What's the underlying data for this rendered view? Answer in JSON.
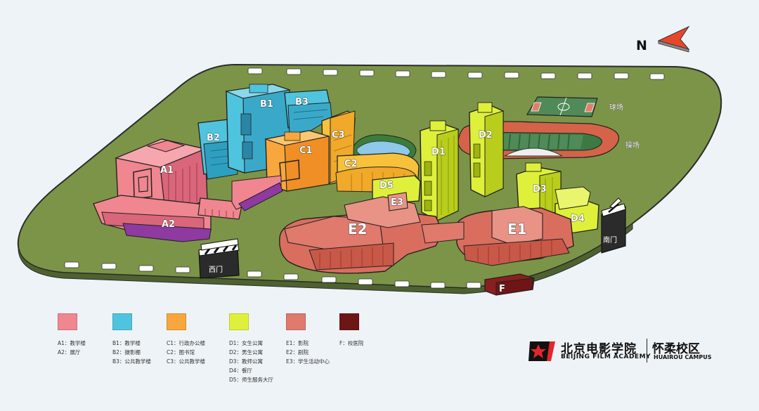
{
  "compass": {
    "label": "N"
  },
  "buildings": {
    "A1": "A1",
    "A2": "A2",
    "B1": "B1",
    "B2": "B2",
    "B3": "B3",
    "C1": "C1",
    "C2": "C2",
    "C3": "C3",
    "D1": "D1",
    "D2": "D2",
    "D3": "D3",
    "D4": "D4",
    "D5": "D5",
    "E1": "E1",
    "E2": "E2",
    "E3": "E3",
    "F": "F"
  },
  "places": {
    "court": "球场",
    "track": "操场",
    "west_gate": "西门",
    "south_gate": "南门"
  },
  "legend": [
    {
      "color": "#f0868f",
      "items": [
        "A1：教学楼",
        "A2：展厅"
      ]
    },
    {
      "color": "#4fc4de",
      "items": [
        "B1：教学楼",
        "B2：摄影棚",
        "B3：公共教学楼"
      ]
    },
    {
      "color": "#f7a73c",
      "items": [
        "C1：行政办公楼",
        "C2：图书馆",
        "C3：公共教学楼"
      ]
    },
    {
      "color": "#dff03a",
      "items": [
        "D1：女生公寓",
        "D2：男生公寓",
        "D3：教师公寓",
        "D4：餐厅",
        "D5：师生服务大厅"
      ]
    },
    {
      "color": "#df7a6c",
      "items": [
        "E1：影院",
        "E2：剧院",
        "E3：学生活动中心"
      ]
    },
    {
      "color": "#6e1515",
      "items": [
        "F：校医院"
      ]
    }
  ],
  "logo": {
    "cn": "北京电影学院",
    "en": "BEIJING FILM ACADEMY",
    "campus": "怀柔校区",
    "campus_en": "HUAIROU CAMPUS"
  },
  "colors": {
    "ground": "#7c9447",
    "A": "#f0868f",
    "B": "#4fc4de",
    "C": "#f7a73c",
    "D": "#dff03a",
    "E": "#df7a6c",
    "F": "#8b1e1e"
  }
}
